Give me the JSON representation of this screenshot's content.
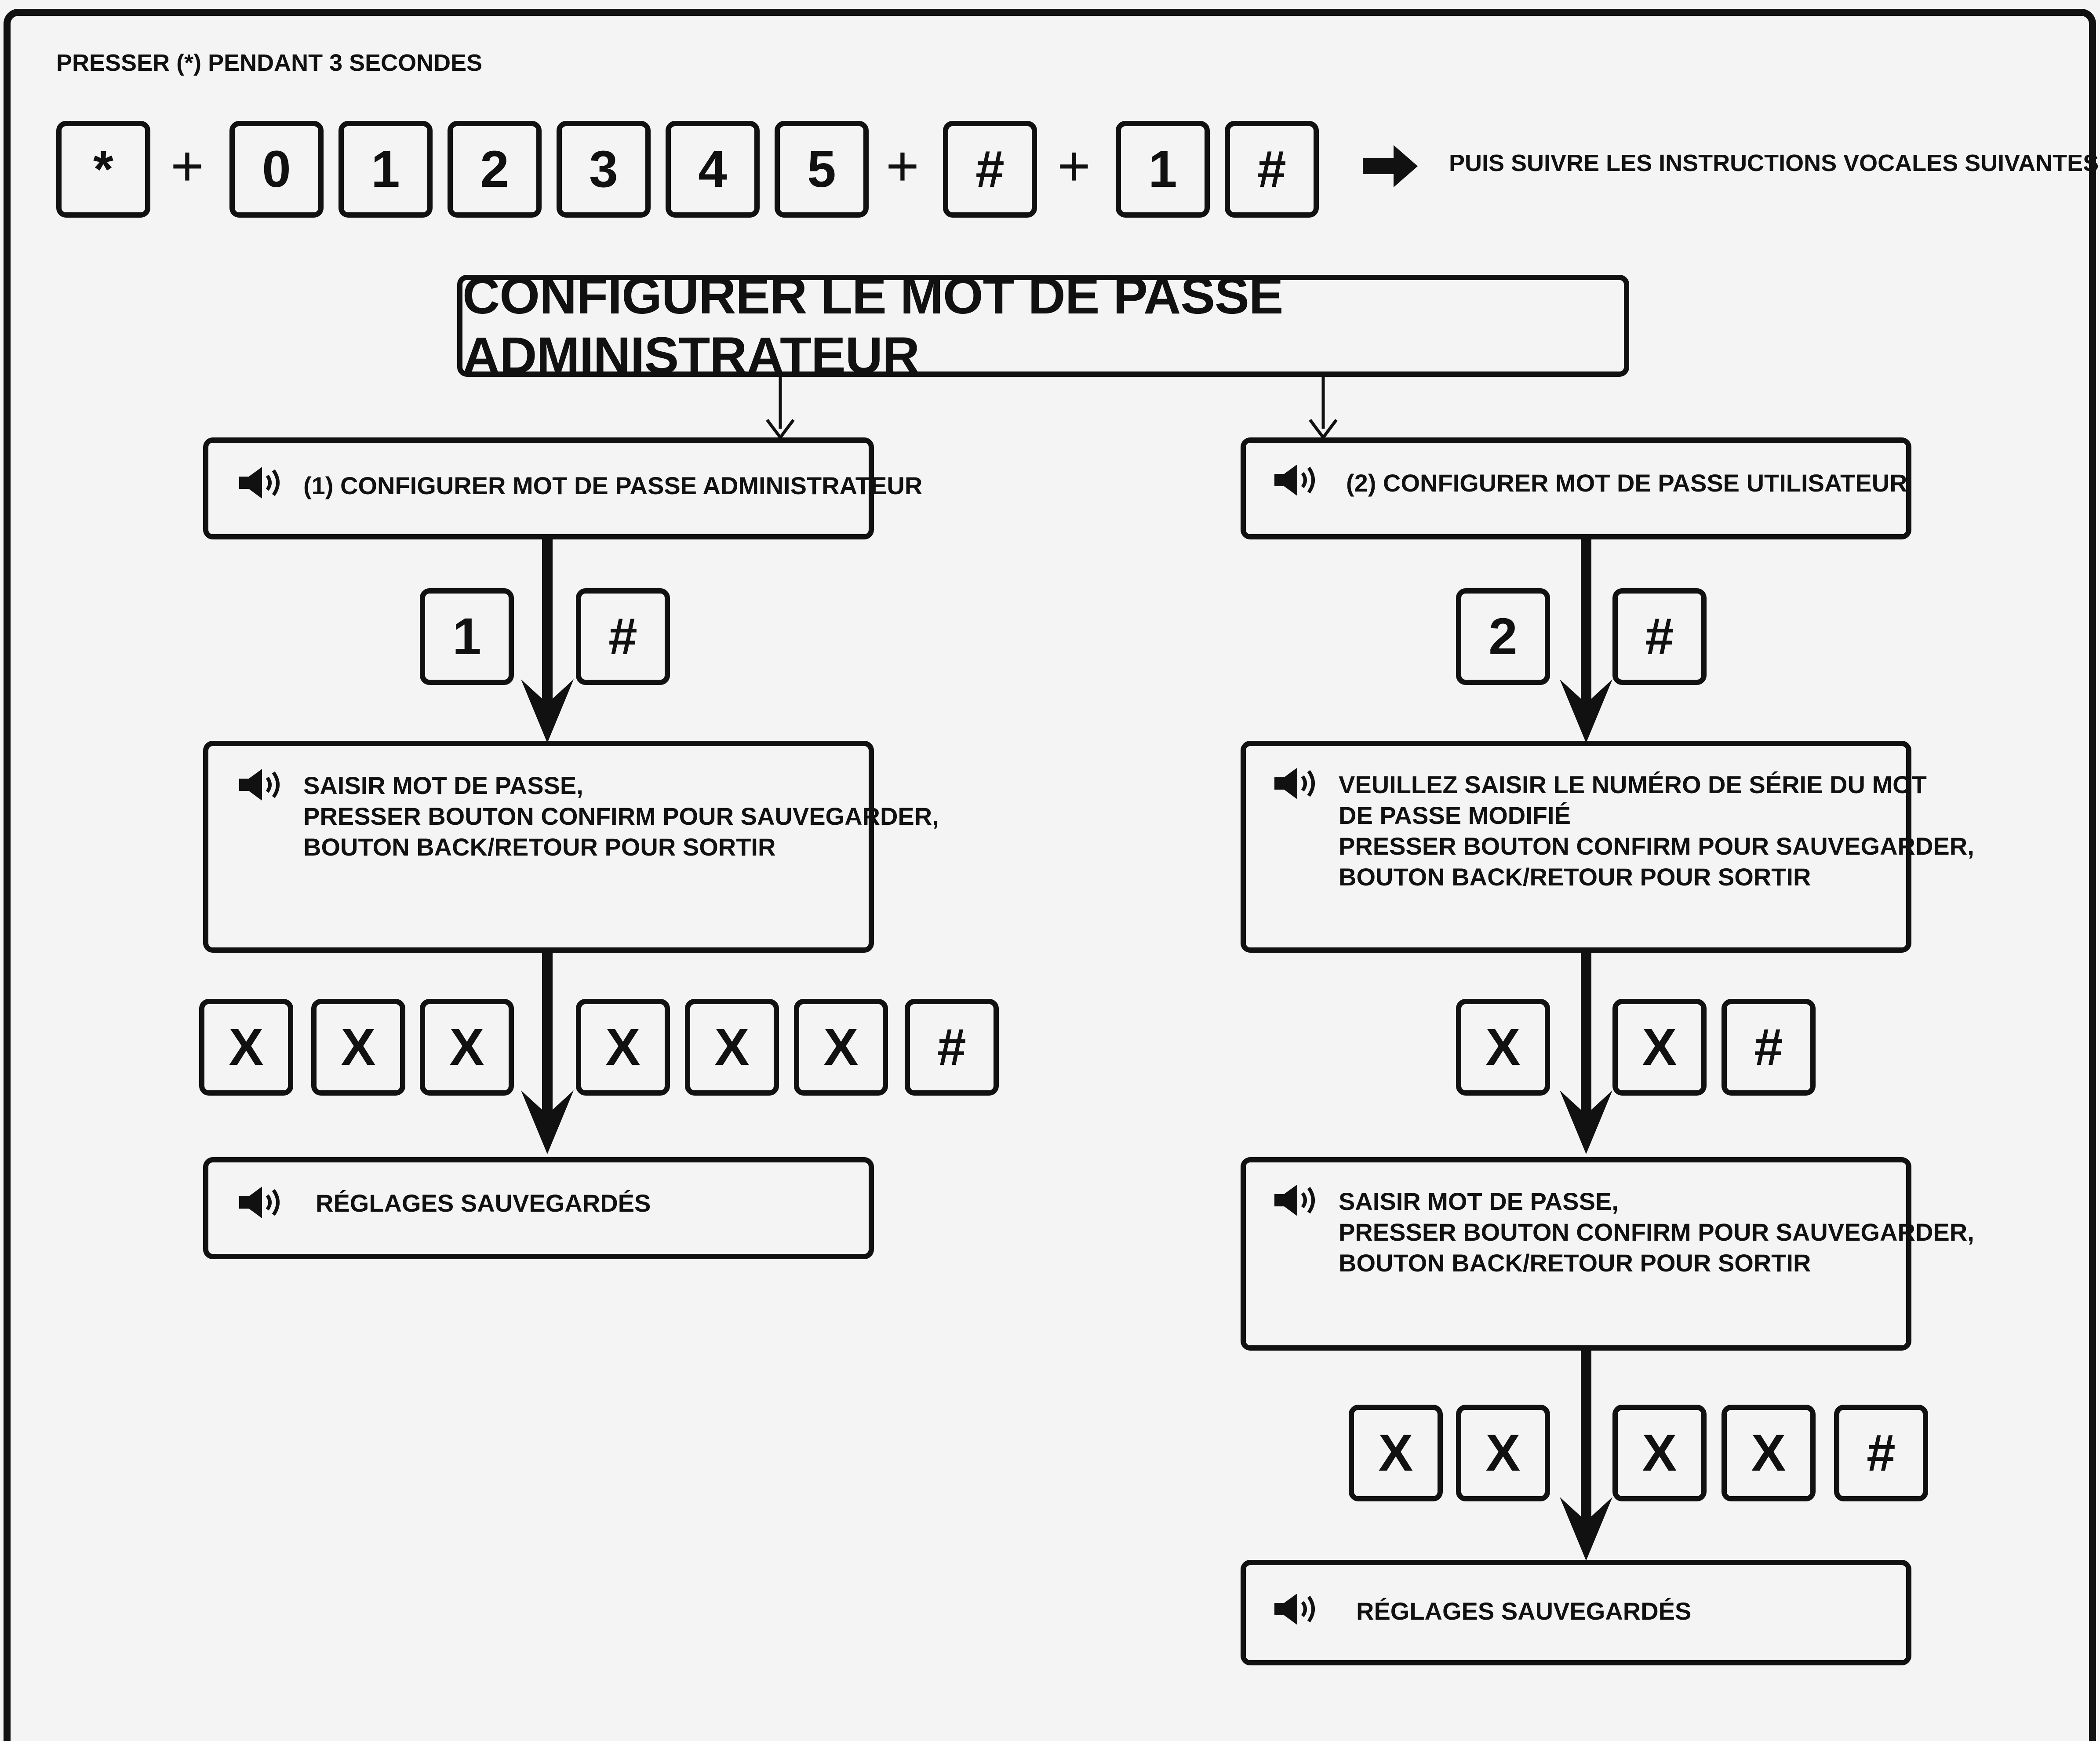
{
  "instruction_top": "PRESSER (*) PENDANT 3 SECONDES",
  "sequence": {
    "keys": [
      "*",
      "0",
      "1",
      "2",
      "3",
      "4",
      "5",
      "#",
      "1",
      "#"
    ],
    "plus": "+",
    "follow_text": "PUIS SUIVRE LES INSTRUCTIONS VOCALES SUIVANTES"
  },
  "title": "CONFIGURER LE MOT DE PASSE ADMINISTRATEUR",
  "left": {
    "option": "(1) CONFIGURER MOT DE PASSE ADMINISTRATEUR",
    "select_keys": [
      "1",
      "#"
    ],
    "prompt": "SAISIR MOT DE PASSE,\nPRESSER BOUTON CONFIRM POUR SAUVEGARDER,\nBOUTON BACK/RETOUR POUR SORTIR",
    "entry_keys": [
      "X",
      "X",
      "X",
      "X",
      "X",
      "X",
      "#"
    ],
    "saved": "RÉGLAGES SAUVEGARDÉS"
  },
  "right": {
    "option": "(2) CONFIGURER MOT DE PASSE UTILISATEUR",
    "select_keys": [
      "2",
      "#"
    ],
    "prompt1": "VEUILLEZ SAISIR LE NUMÉRO DE SÉRIE DU MOT\nDE PASSE MODIFIÉ\nPRESSER BOUTON CONFIRM POUR SAUVEGARDER,\nBOUTON BACK/RETOUR POUR SORTIR",
    "serial_keys": [
      "X",
      "X",
      "#"
    ],
    "prompt2": "SAISIR MOT DE PASSE,\nPRESSER BOUTON CONFIRM POUR SAUVEGARDER,\nBOUTON BACK/RETOUR POUR SORTIR",
    "entry_keys": [
      "X",
      "X",
      "X",
      "X",
      "#"
    ],
    "saved": "RÉGLAGES SAUVEGARDÉS"
  },
  "icons": [
    "speaker-icon",
    "right-arrow-icon"
  ]
}
